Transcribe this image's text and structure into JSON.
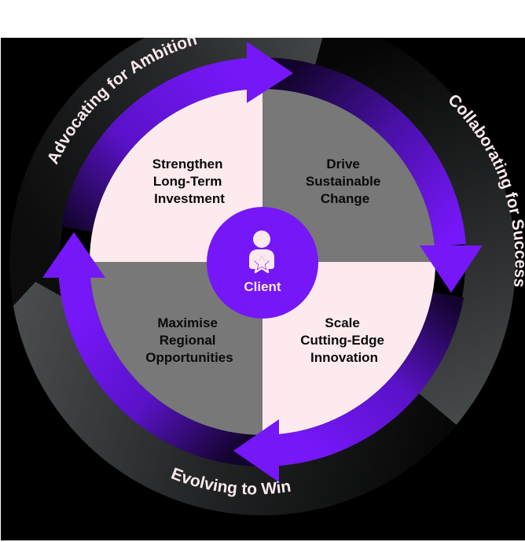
{
  "diagram": {
    "center": {
      "label": "Client",
      "icon": "client-star-icon"
    },
    "quadrants": [
      {
        "position": "top-left",
        "lines": [
          "Strengthen",
          "Long-Term",
          "Investment"
        ],
        "fill": "#fdeaee"
      },
      {
        "position": "top-right",
        "lines": [
          "Drive",
          "Sustainable",
          "Change"
        ],
        "fill": "#777877"
      },
      {
        "position": "bottom-left",
        "lines": [
          "Maximise",
          "Regional",
          "Opportunities"
        ],
        "fill": "#777877"
      },
      {
        "position": "bottom-right",
        "lines": [
          "Scale",
          "Cutting-Edge",
          "Innovation"
        ],
        "fill": "#fdeaee"
      }
    ],
    "outer_labels": [
      {
        "text": "Advocating for Ambition",
        "position": "top-left"
      },
      {
        "text": "Collaborating for Success",
        "position": "right"
      },
      {
        "text": "Evolving to Win",
        "position": "bottom"
      }
    ],
    "colors": {
      "accent_purple": "#7517f8",
      "dark_purple": "#1a0640",
      "background": "#000000",
      "band_gray": "#474a4b",
      "band_dark": "#151617",
      "light_pink": "#fdeaee",
      "mid_gray": "#777877",
      "text_dark": "#0a0a0a",
      "text_light": "#fbe9ec"
    },
    "cycle_direction": "clockwise"
  }
}
